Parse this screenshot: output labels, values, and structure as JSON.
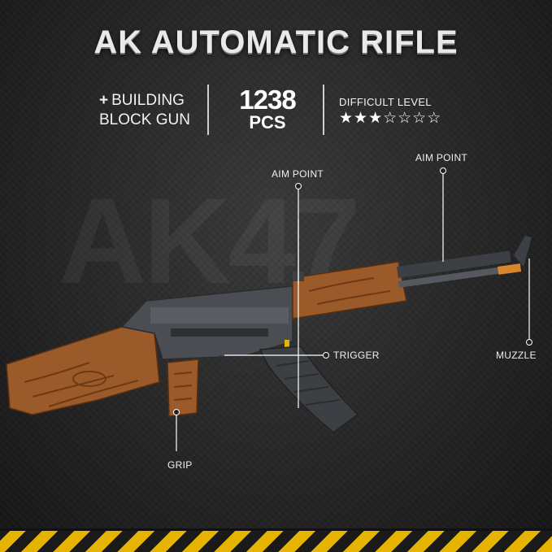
{
  "title": "AK AUTOMATIC RIFLE",
  "info": {
    "plus_symbol": "+",
    "type_line1": "BUILDING",
    "type_line2": "BLOCK GUN",
    "piece_count": "1238",
    "piece_unit": "PCS",
    "difficulty_label": "DIFFICULT LEVEL",
    "difficulty_stars": "★★★☆☆☆☆",
    "difficulty_rating": 3,
    "difficulty_max": 7
  },
  "watermark": "AK47",
  "callouts": {
    "aim_point_left": "AIM POINT",
    "aim_point_right": "AIM POINT",
    "trigger": "TRIGGER",
    "muzzle": "MUZZLE",
    "grip": "GRIP"
  },
  "colors": {
    "wood": "#9a5a2a",
    "wood_dark": "#6e3a16",
    "metal": "#4a4d52",
    "metal_light": "#8a8d92",
    "accent_yellow": "#e5b300",
    "muzzle_orange": "#d8862e"
  }
}
